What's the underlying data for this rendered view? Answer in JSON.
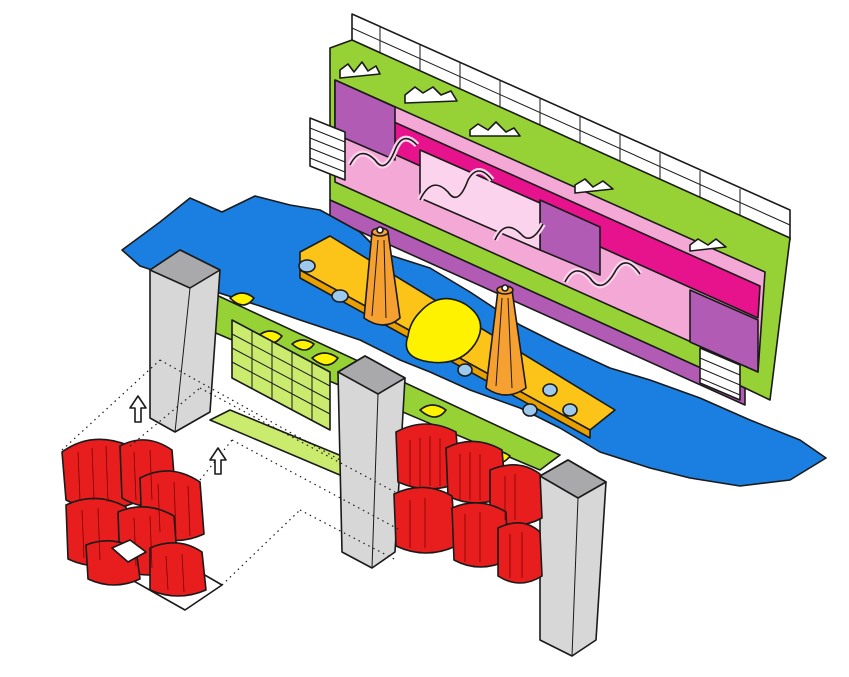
{
  "diagram": {
    "kind": "isometric-exploded-axonometric",
    "text_labels": [],
    "colors": {
      "river": "#1a7fe0",
      "green_wall": "#96d135",
      "magenta": "#e6138c",
      "pink": "#f3a8d6",
      "purple": "#b15bb5",
      "light_pink": "#fbd3ec",
      "orange_platform": "#fcc318",
      "chimney_orange": "#f5a030",
      "yellow_blob": "#fff200",
      "light_green": "#cbeb6f",
      "grey_tower": "#d7d7d8",
      "grey_top": "#a9a9ab",
      "red_volume": "#e81e1e",
      "blue_accent": "#9ec9ee"
    },
    "components": [
      "graffiti-wall",
      "river",
      "yellow-platform",
      "chimney-left",
      "chimney-right",
      "yellow-blob",
      "green-deck",
      "grey-tower-left",
      "grey-tower-middle",
      "grey-tower-right",
      "red-volumes-exploded",
      "red-volumes-installed",
      "up-arrow-left",
      "up-arrow-right",
      "dotted-guide-lines"
    ]
  }
}
